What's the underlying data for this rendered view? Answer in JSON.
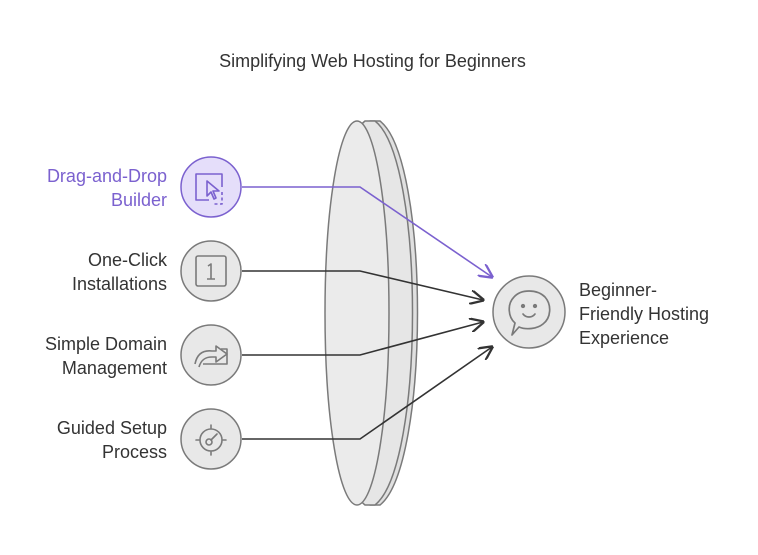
{
  "title": "Simplifying Web Hosting for Beginners",
  "colors": {
    "highlight": "#7b61cf",
    "highlight_fill": "#e5defa",
    "neutral_stroke": "#7a7a7a",
    "neutral_fill": "#e8e8e8",
    "text": "#333333",
    "arrow": "#333333"
  },
  "inputs": [
    {
      "label_lines": [
        "Drag-and-Drop",
        "Builder"
      ],
      "icon": "drag-drop-icon",
      "highlighted": true
    },
    {
      "label_lines": [
        "One-Click",
        "Installations"
      ],
      "icon": "one-click-icon",
      "highlighted": false
    },
    {
      "label_lines": [
        "Simple Domain",
        "Management"
      ],
      "icon": "domain-redirect-icon",
      "highlighted": false
    },
    {
      "label_lines": [
        "Guided Setup",
        "Process"
      ],
      "icon": "setup-gauge-icon",
      "highlighted": false
    }
  ],
  "output": {
    "label_lines": [
      "Beginner-",
      "Friendly Hosting",
      "Experience"
    ],
    "icon": "smiley-speech-icon"
  }
}
